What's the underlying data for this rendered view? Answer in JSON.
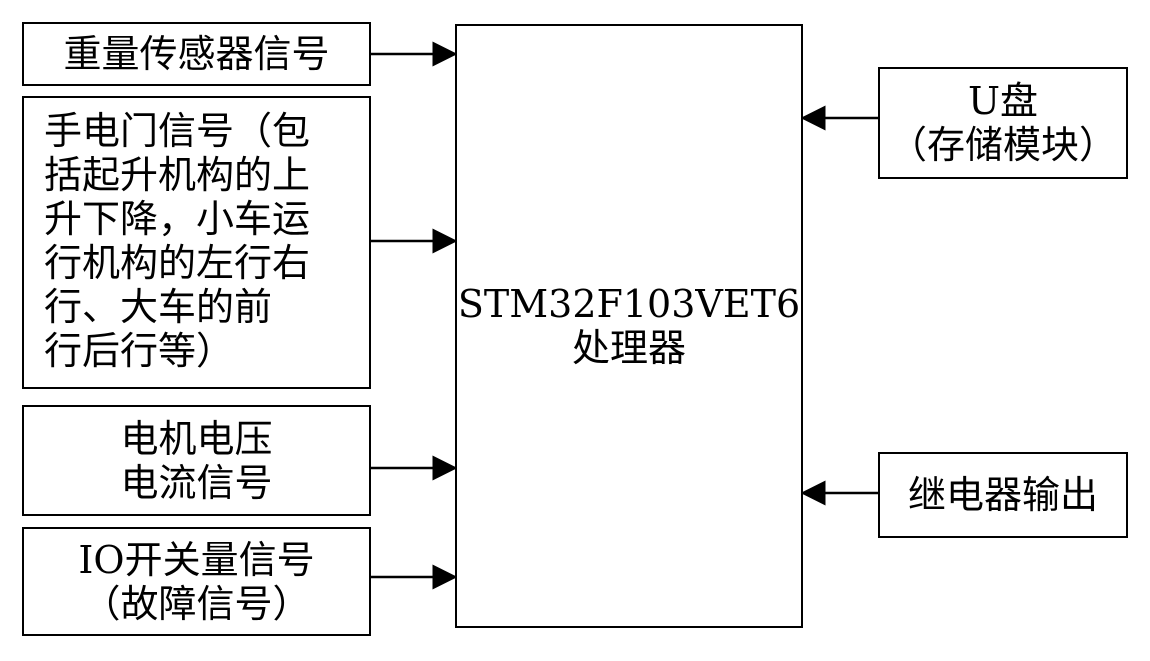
{
  "inputs": {
    "weight_sensor": [
      "重量传感器信号"
    ],
    "hand_door": [
      "手电门信号（包",
      "括起升机构的上",
      "升下降，小车运",
      "行机构的左行右",
      "行、大车的前",
      "行后行等）"
    ],
    "motor": [
      "电机电压",
      "电流信号"
    ],
    "io": [
      "IO开关量信号",
      "（故障信号）"
    ]
  },
  "processor": [
    "STM32F103VET6",
    "处理器"
  ],
  "outputs": {
    "usb": [
      "U盘",
      "（存储模块）"
    ],
    "relay": [
      "继电器输出"
    ]
  }
}
